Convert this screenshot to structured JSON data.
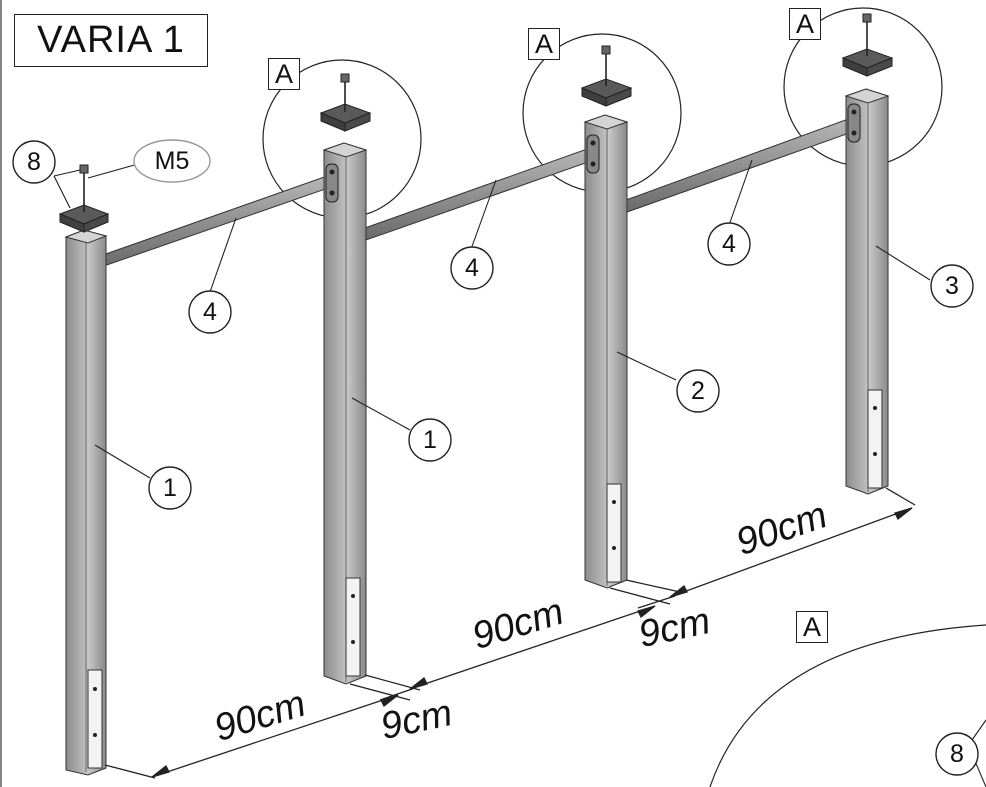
{
  "title": "VARIA 1",
  "detail_marker": "A",
  "part_labels": {
    "bolt_part": "8",
    "bolt_size": "M5",
    "rail": "4",
    "post_end": "1",
    "post_middle": "2",
    "post_last": "3",
    "detail_part": "8"
  },
  "dimensions": {
    "spacing_1": "90cm",
    "gap_1": "9cm",
    "spacing_2": "90cm",
    "gap_2": "9cm",
    "spacing_3": "90cm"
  }
}
